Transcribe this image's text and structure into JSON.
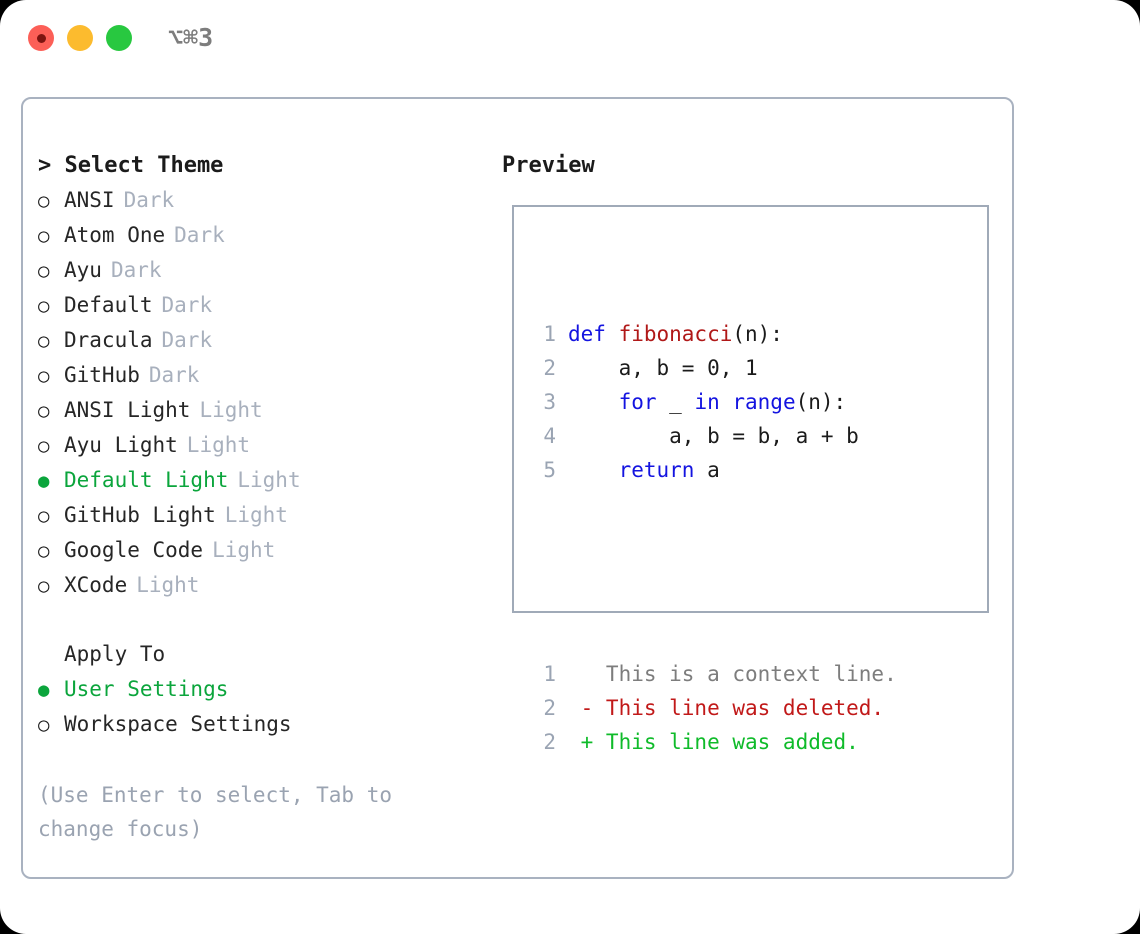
{
  "titlebar": {
    "shortcut": "⌥⌘3",
    "lights": [
      "close-red",
      "minimize-yellow",
      "zoom-green"
    ]
  },
  "left": {
    "header": "> Select Theme",
    "themes": [
      {
        "marker": "○",
        "name": "ANSI",
        "tag": "Dark",
        "selected": false
      },
      {
        "marker": "○",
        "name": "Atom One",
        "tag": "Dark",
        "selected": false
      },
      {
        "marker": "○",
        "name": "Ayu",
        "tag": "Dark",
        "selected": false
      },
      {
        "marker": "○",
        "name": "Default",
        "tag": "Dark",
        "selected": false
      },
      {
        "marker": "○",
        "name": "Dracula",
        "tag": "Dark",
        "selected": false
      },
      {
        "marker": "○",
        "name": "GitHub",
        "tag": "Dark",
        "selected": false
      },
      {
        "marker": "○",
        "name": "ANSI Light",
        "tag": "Light",
        "selected": false
      },
      {
        "marker": "○",
        "name": "Ayu Light",
        "tag": "Light",
        "selected": false
      },
      {
        "marker": "●",
        "name": "Default Light",
        "tag": "Light",
        "selected": true
      },
      {
        "marker": "○",
        "name": "GitHub Light",
        "tag": "Light",
        "selected": false
      },
      {
        "marker": "○",
        "name": "Google Code",
        "tag": "Light",
        "selected": false
      },
      {
        "marker": "○",
        "name": "XCode",
        "tag": "Light",
        "selected": false
      }
    ],
    "apply_to": {
      "label": "Apply To",
      "options": [
        {
          "marker": "●",
          "name": "User Settings",
          "selected": true
        },
        {
          "marker": "○",
          "name": "Workspace Settings",
          "selected": false
        }
      ]
    },
    "hint": "(Use Enter to select, Tab to change focus)"
  },
  "right": {
    "header": "Preview",
    "code_lines": [
      {
        "num": "1",
        "segments": [
          {
            "text": "def ",
            "style": "kw"
          },
          {
            "text": "fibonacci",
            "style": "fn"
          },
          {
            "text": "(n):",
            "style": "plain"
          }
        ]
      },
      {
        "num": "2",
        "segments": [
          {
            "text": "    a, b = 0, 1",
            "style": "plain"
          }
        ]
      },
      {
        "num": "3",
        "segments": [
          {
            "text": "    ",
            "style": "plain"
          },
          {
            "text": "for",
            "style": "kw"
          },
          {
            "text": " _ ",
            "style": "plain"
          },
          {
            "text": "in range",
            "style": "kw"
          },
          {
            "text": "(n):",
            "style": "plain"
          }
        ]
      },
      {
        "num": "4",
        "segments": [
          {
            "text": "        a, b = b, a + b",
            "style": "plain"
          }
        ]
      },
      {
        "num": "5",
        "segments": [
          {
            "text": "    ",
            "style": "plain"
          },
          {
            "text": "return",
            "style": "kw"
          },
          {
            "text": " a",
            "style": "plain"
          }
        ]
      }
    ],
    "diff_lines": [
      {
        "num": "1",
        "segments": [
          {
            "text": "   This is a context line.",
            "style": "ctx"
          }
        ]
      },
      {
        "num": "2",
        "segments": [
          {
            "text": " - This line was deleted.",
            "style": "del"
          }
        ]
      },
      {
        "num": "2",
        "segments": [
          {
            "text": " + This line was added.",
            "style": "add"
          }
        ]
      }
    ]
  },
  "colors": {
    "accent_green": "#0ba53c",
    "keyword_blue": "#1414e0",
    "function_red": "#b01818",
    "diff_delete": "#c11919",
    "diff_add": "#0fbb2a",
    "muted_gray": "#a8b0bd",
    "border": "#a9b2c0"
  }
}
